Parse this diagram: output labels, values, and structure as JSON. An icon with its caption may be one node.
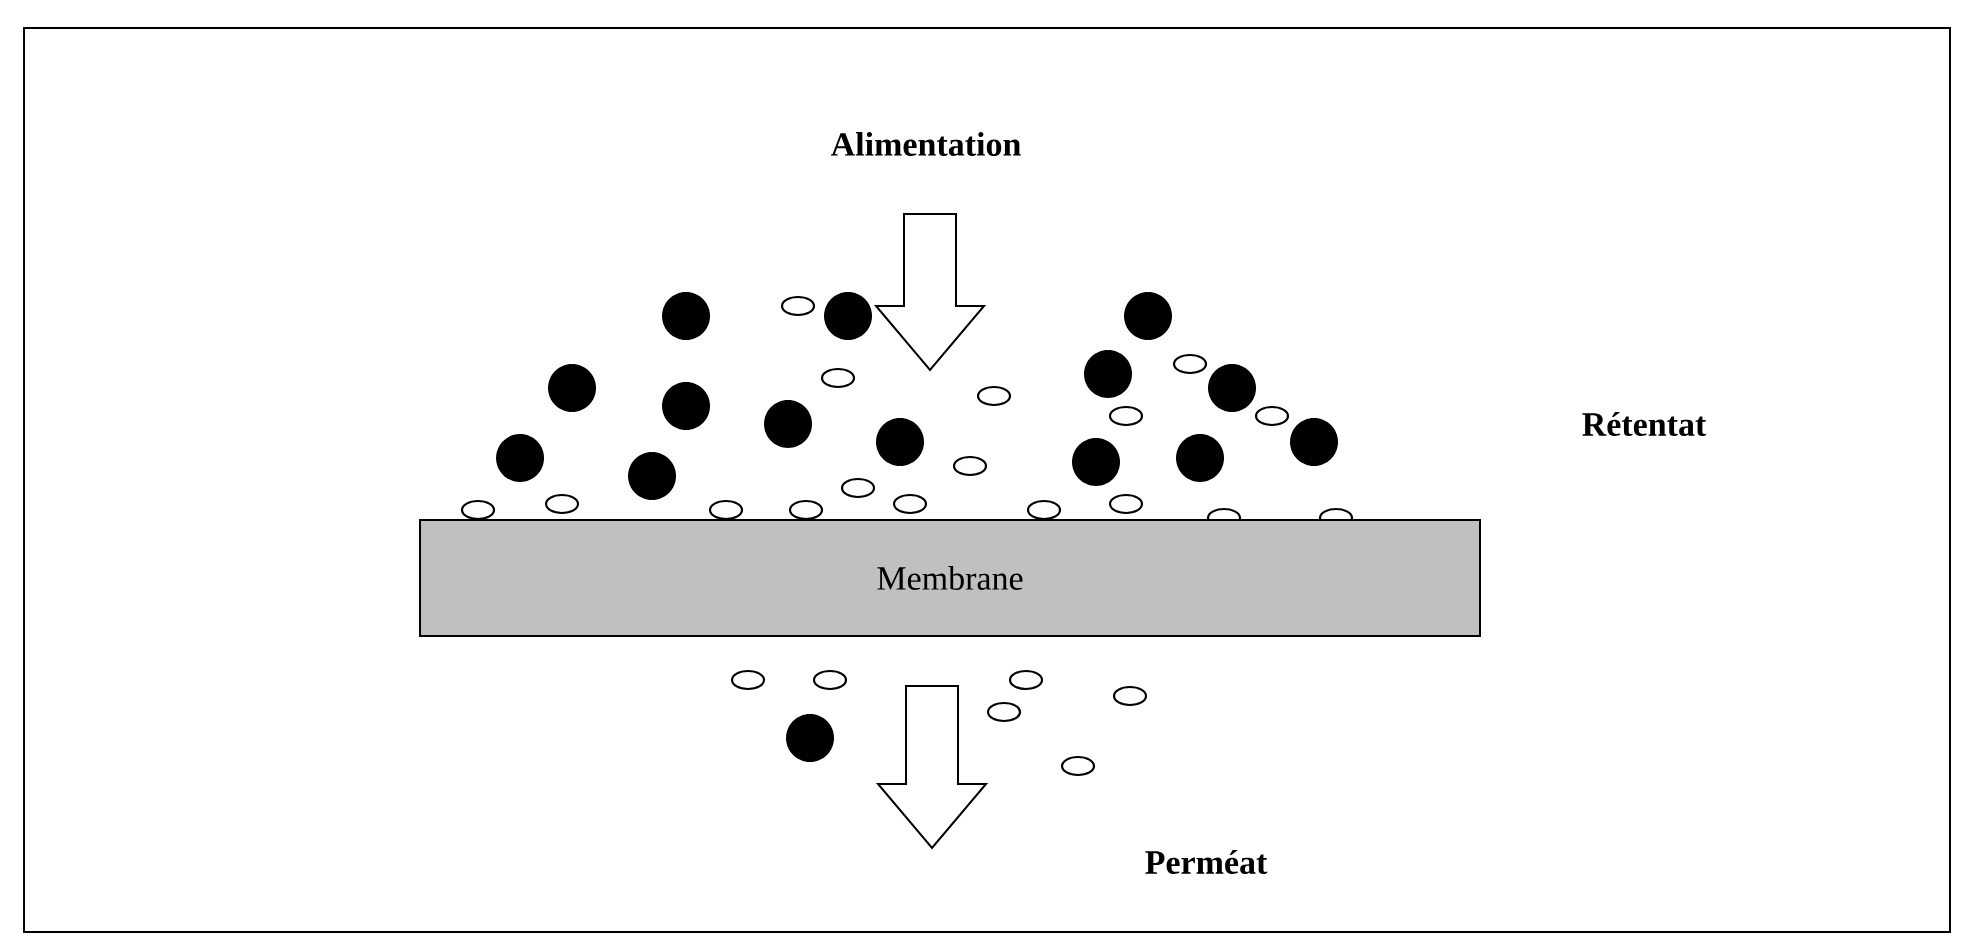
{
  "diagram": {
    "nodes": [
      {
        "text": [
          "Membrane"
        ]
      }
    ],
    "labels": [
      "Alimentation",
      "Rétentat",
      "Perméat"
    ]
  }
}
